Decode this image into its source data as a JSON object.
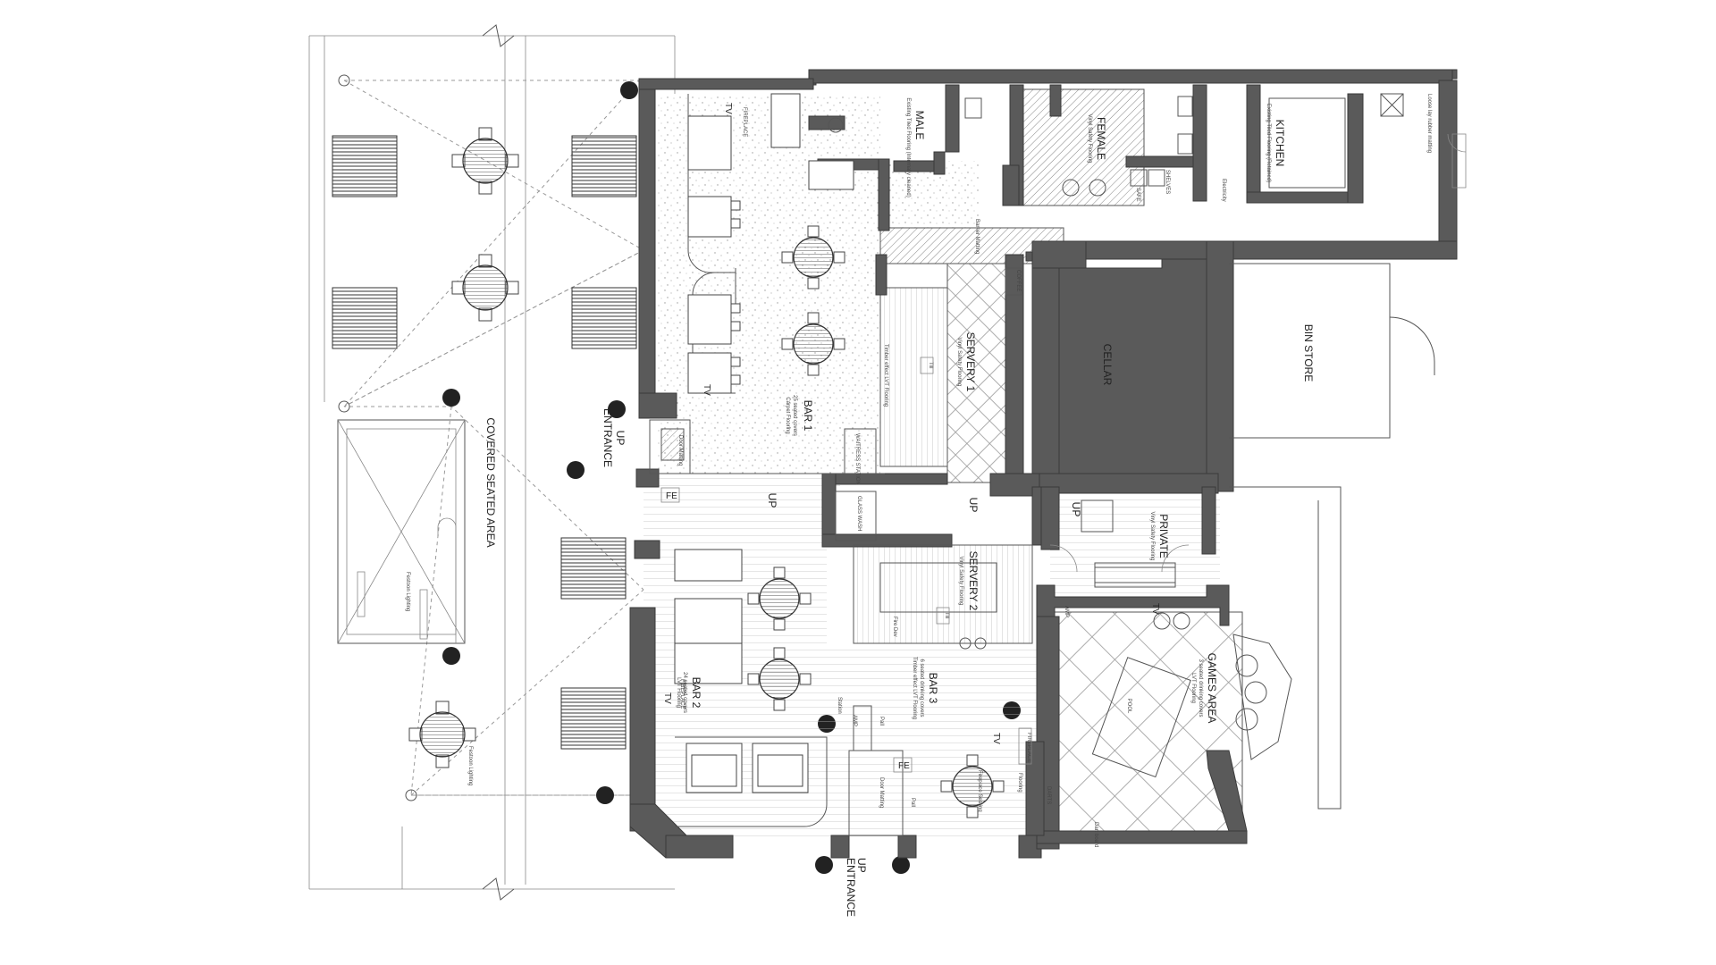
{
  "rooms": {
    "covered": "COVERED SEATED AREA",
    "bar1": "BAR 1",
    "bar1_note": "25 seated covers",
    "bar1_floor": "Carpet Flooring",
    "bar2": "BAR 2",
    "bar2_note": "24 seated covers",
    "bar2_floor": "LVT Flooring",
    "bar3": "BAR 3",
    "bar3_note": "6 seated drinking covers",
    "bar3_floor": "Timber effect LVT Flooring",
    "servery1": "SERVERY 1",
    "servery1_note": "Vinyl Safety Flooring",
    "servery2": "SERVERY 2",
    "servery2_note": "Vinyl Safety Flooring",
    "cellar": "CELLAR",
    "bin_store": "BIN STORE",
    "kitchen": "KITCHEN",
    "kitchen_note": "Existing Tiled Flooring (Retained)",
    "male": "MALE",
    "male_note": "Existing Tiled Flooring (Internally cleaned)",
    "female": "FEMALE",
    "female_note": "Vinyl Safety Flooring",
    "private": "PRIVATE",
    "private_note": "Vinyl Safety Flooring",
    "games": "GAMES AREA",
    "games_note": "3 seated drinking covers",
    "games_floor": "LVT Flooring",
    "pool": "POOL"
  },
  "labels": {
    "entrance_top": "ENTRANCE",
    "entrance_bottom": "ENTRANCE",
    "up": "UP",
    "fe": "FE",
    "tv": "TV",
    "fireplace": "FIREPLACE",
    "waitress_station": "WAITRESS STATION",
    "glass_wash": "GLASS WASH",
    "coffee": "COFFEE",
    "darts": "DARTS",
    "amp": "AMP",
    "festoon": "Festoon Lighting",
    "safe": "SAFE",
    "till": "Till",
    "rubber_matting": "Loose lay rubber matting",
    "timber_flooring": "Timber effect LVT Flooring",
    "barrier": "Barrier Matting",
    "door_matting": "Door Matting",
    "station": "Station",
    "shelves": "SHELVES",
    "fire_dev": "Fire Dev",
    "flooring": "Flooring",
    "pall": "Pall",
    "fireplace_mini": "Fireplace Seating",
    "dart_board": "Dart board",
    "electricity": "Electricity"
  }
}
